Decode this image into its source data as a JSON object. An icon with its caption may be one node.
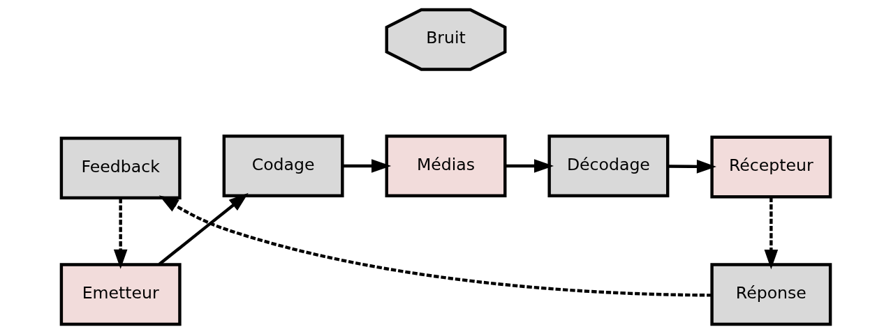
{
  "diagram": {
    "nodes": [
      {
        "text": [
          "Emetteur"
        ]
      },
      {
        "text": [
          "Codage"
        ]
      },
      {
        "text": [
          "Médias"
        ]
      },
      {
        "text": [
          "Décodage"
        ]
      },
      {
        "text": [
          "Récepteur"
        ]
      },
      {
        "text": [
          "Bruit"
        ]
      },
      {
        "text": [
          "Réponse"
        ]
      },
      {
        "text": [
          "Feedback"
        ]
      }
    ],
    "edges": [
      {
        "from": 0,
        "to": 1,
        "arrow": "to"
      },
      {
        "from": 1,
        "to": 2,
        "arrow": "to"
      },
      {
        "from": 2,
        "to": 3,
        "arrow": "to"
      },
      {
        "from": 3,
        "to": 4,
        "arrow": "to"
      },
      {
        "from": 4,
        "to": 6,
        "arrow": "to",
        "style": "dashed"
      },
      {
        "from": 6,
        "to": 7,
        "arrow": "to",
        "style": "dashed"
      },
      {
        "from": 7,
        "to": 0,
        "arrow": "to",
        "style": "dashed"
      }
    ]
  }
}
